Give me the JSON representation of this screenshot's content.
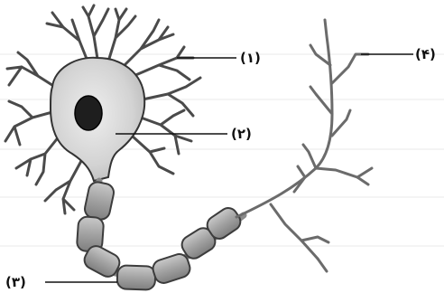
{
  "labels": {
    "one": "(۱)",
    "two": "(۲)",
    "three": "(۳)",
    "four": "(۴)"
  },
  "colors": {
    "outline": "#333333",
    "soma_fill": "#d7d7d7",
    "nucleus": "#1e1e1e",
    "myelin": "#9d9d9d",
    "axon": "#b5b5b5",
    "leader": "#111111"
  }
}
